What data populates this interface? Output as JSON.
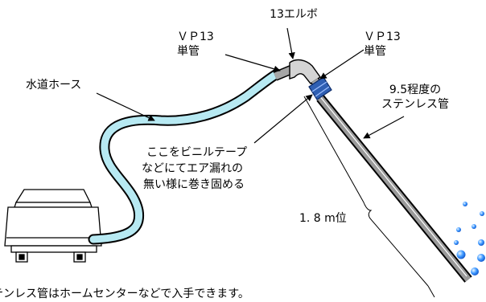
{
  "labels": {
    "elbow": "13エルボ",
    "vp13_left_line1": "ＶＰ13",
    "vp13_left_line2": "単管",
    "vp13_right_line1": "ＶＰ13",
    "vp13_right_line2": "単管",
    "water_hose": "水道ホース",
    "stainless_line1": "9.5程度の",
    "stainless_line2": "ステンレス管",
    "seal_line1": "ここをビニルテープ",
    "seal_line2": "などにてエア漏れの",
    "seal_line3": "無い様に巻き固める",
    "length": "1. 8 m位",
    "footer": "テンレス管はホームセンターなどで入手できます。"
  },
  "colors": {
    "hose_fill": "#b7e9f2",
    "pvc_pipe": "#a6a6a6",
    "elbow": "#d4d4d4",
    "tape": "#2f5fb3",
    "stainless": "#9a9a9a",
    "bubbles": "#2a8bff"
  }
}
